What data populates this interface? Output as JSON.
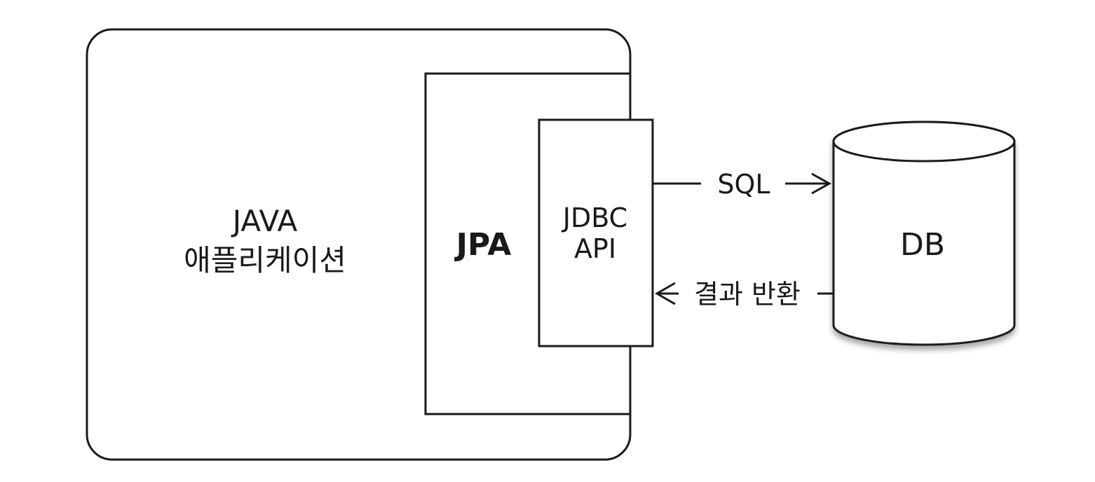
{
  "app": {
    "label_line1": "JAVA",
    "label_line2": "애플리케이션"
  },
  "jpa": {
    "label": "JPA"
  },
  "jdbc": {
    "label_line1": "JDBC",
    "label_line2": "API"
  },
  "database": {
    "label": "DB"
  },
  "arrows": {
    "request_label": "SQL",
    "response_label": "결과 반환"
  }
}
